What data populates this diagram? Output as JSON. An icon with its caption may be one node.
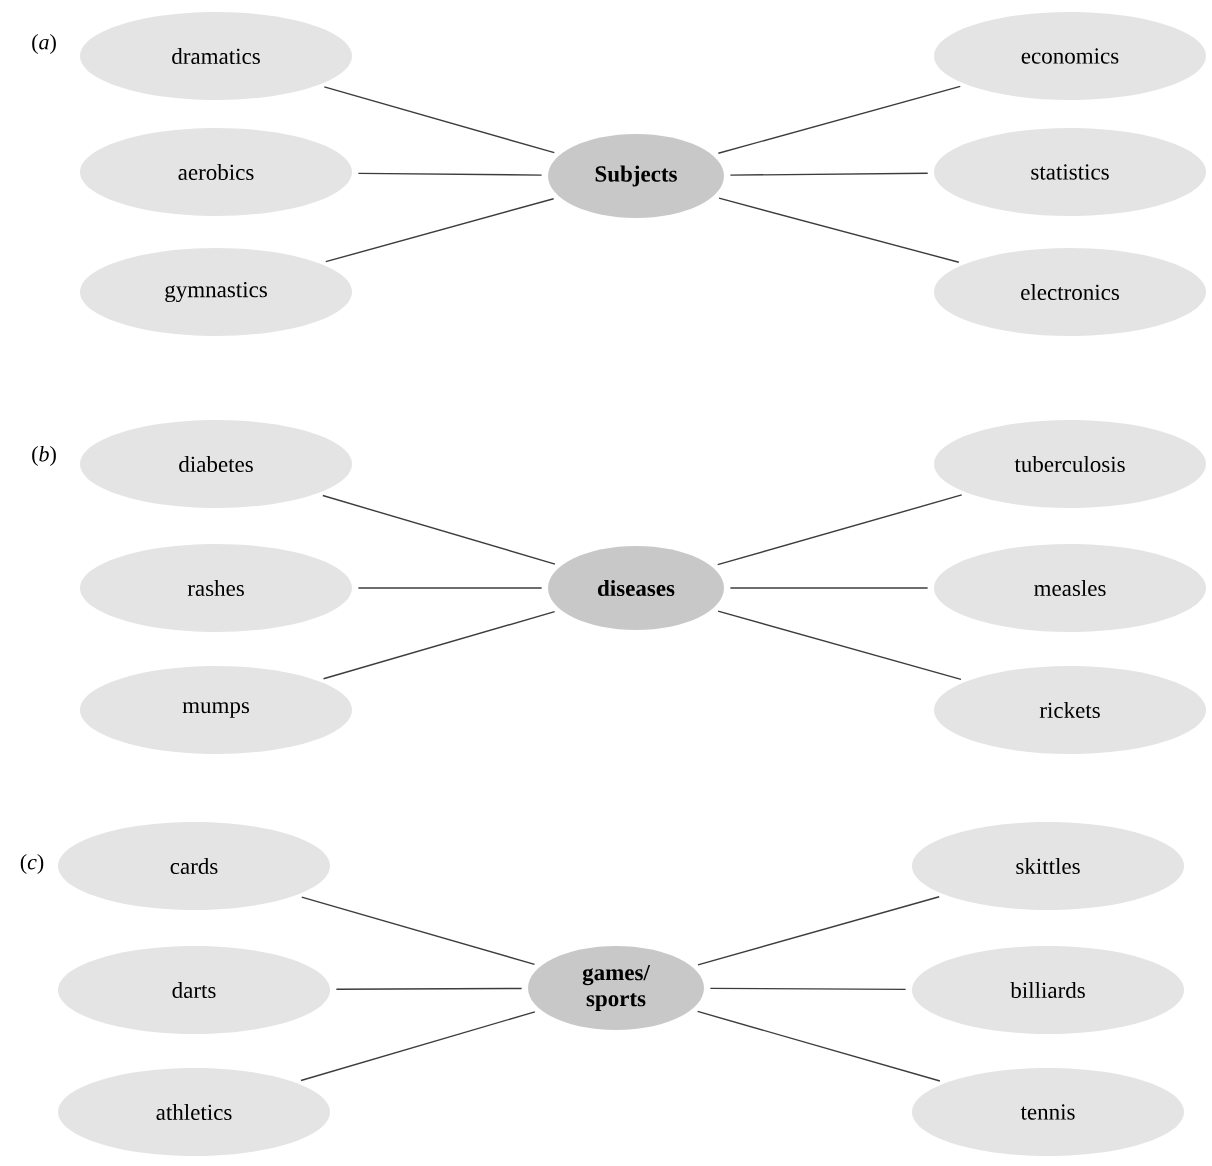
{
  "diagram": {
    "nodes": [
      {
        "text": [
          "Subjects"
        ]
      },
      {
        "text": [
          "dramatics"
        ]
      },
      {
        "text": [
          "aerobics"
        ]
      },
      {
        "text": [
          "gymnastics"
        ]
      },
      {
        "text": [
          "economics"
        ]
      },
      {
        "text": [
          "statistics"
        ]
      },
      {
        "text": [
          "electronics"
        ]
      },
      {
        "text": [
          "diseases"
        ]
      },
      {
        "text": [
          "diabetes"
        ]
      },
      {
        "text": [
          "rashes"
        ]
      },
      {
        "text": [
          "mumps"
        ]
      },
      {
        "text": [
          "tuberculosis"
        ]
      },
      {
        "text": [
          "measles"
        ]
      },
      {
        "text": [
          "rickets"
        ]
      },
      {
        "text": [
          "games/ sports"
        ]
      },
      {
        "text": [
          "cards"
        ]
      },
      {
        "text": [
          "darts"
        ]
      },
      {
        "text": [
          "athletics"
        ]
      },
      {
        "text": [
          "skittles"
        ]
      },
      {
        "text": [
          "billiards"
        ]
      },
      {
        "text": [
          "tennis"
        ]
      }
    ],
    "edges": [
      {
        "from": 1,
        "to": 0,
        "arrow": "none"
      },
      {
        "from": 2,
        "to": 0,
        "arrow": "none"
      },
      {
        "from": 3,
        "to": 0,
        "arrow": "none"
      },
      {
        "from": 4,
        "to": 0,
        "arrow": "none"
      },
      {
        "from": 5,
        "to": 0,
        "arrow": "none"
      },
      {
        "from": 6,
        "to": 0,
        "arrow": "none"
      },
      {
        "from": 8,
        "to": 7,
        "arrow": "none"
      },
      {
        "from": 9,
        "to": 7,
        "arrow": "none"
      },
      {
        "from": 10,
        "to": 7,
        "arrow": "none"
      },
      {
        "from": 11,
        "to": 7,
        "arrow": "none"
      },
      {
        "from": 12,
        "to": 7,
        "arrow": "none"
      },
      {
        "from": 13,
        "to": 7,
        "arrow": "none"
      },
      {
        "from": 15,
        "to": 14,
        "arrow": "none"
      },
      {
        "from": 16,
        "to": 14,
        "arrow": "none"
      },
      {
        "from": 17,
        "to": 14,
        "arrow": "none"
      },
      {
        "from": 18,
        "to": 14,
        "arrow": "none"
      },
      {
        "from": 19,
        "to": 14,
        "arrow": "none"
      },
      {
        "from": 20,
        "to": 14,
        "arrow": "none"
      }
    ],
    "labels": [
      "(*a*)",
      "(*b*)",
      "(*c*)"
    ]
  }
}
